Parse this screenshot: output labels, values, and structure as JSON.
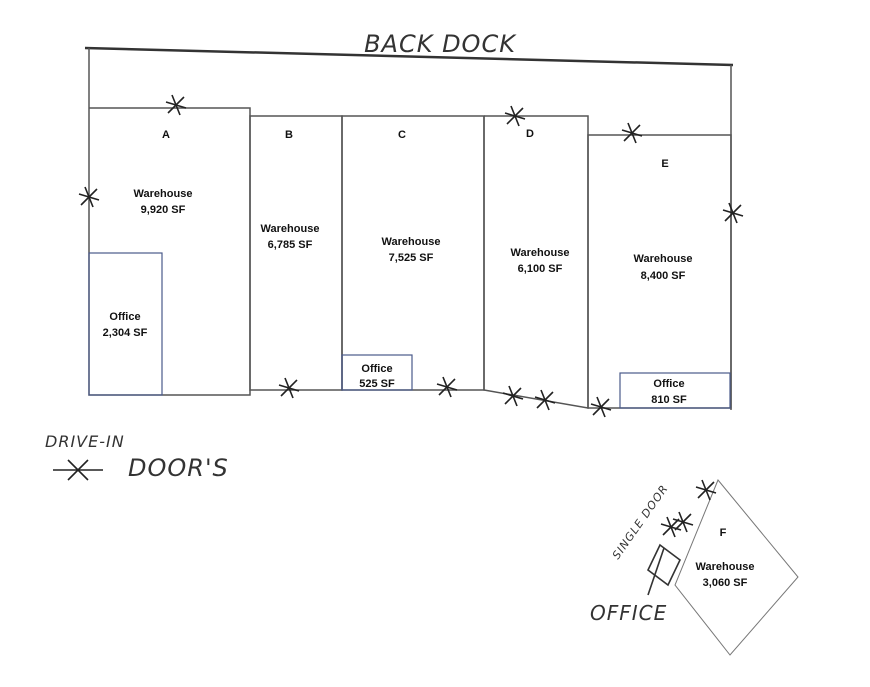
{
  "annotations": {
    "back_dock": "BACK DOCK",
    "legend_title": "DRIVE-IN",
    "legend_label": "DOOR'S",
    "single_door": "SINGLE DOOR",
    "office_note": "OFFICE"
  },
  "units": [
    {
      "id": "A",
      "warehouse_label": "Warehouse",
      "warehouse_area": "9,920 SF",
      "office_label": "Office",
      "office_area": "2,304 SF"
    },
    {
      "id": "B",
      "warehouse_label": "Warehouse",
      "warehouse_area": "6,785 SF"
    },
    {
      "id": "C",
      "warehouse_label": "Warehouse",
      "warehouse_area": "7,525 SF",
      "office_label": "Office",
      "office_area": "525 SF"
    },
    {
      "id": "D",
      "warehouse_label": "Warehouse",
      "warehouse_area": "6,100 SF"
    },
    {
      "id": "E",
      "warehouse_label": "Warehouse",
      "warehouse_area": "8,400 SF",
      "office_label": "Office",
      "office_area": "810 SF"
    },
    {
      "id": "F",
      "warehouse_label": "Warehouse",
      "warehouse_area": "3,060 SF"
    }
  ],
  "colors": {
    "walls": "#555555",
    "office_walls": "#4a5a8a",
    "handwriting": "#333333"
  }
}
